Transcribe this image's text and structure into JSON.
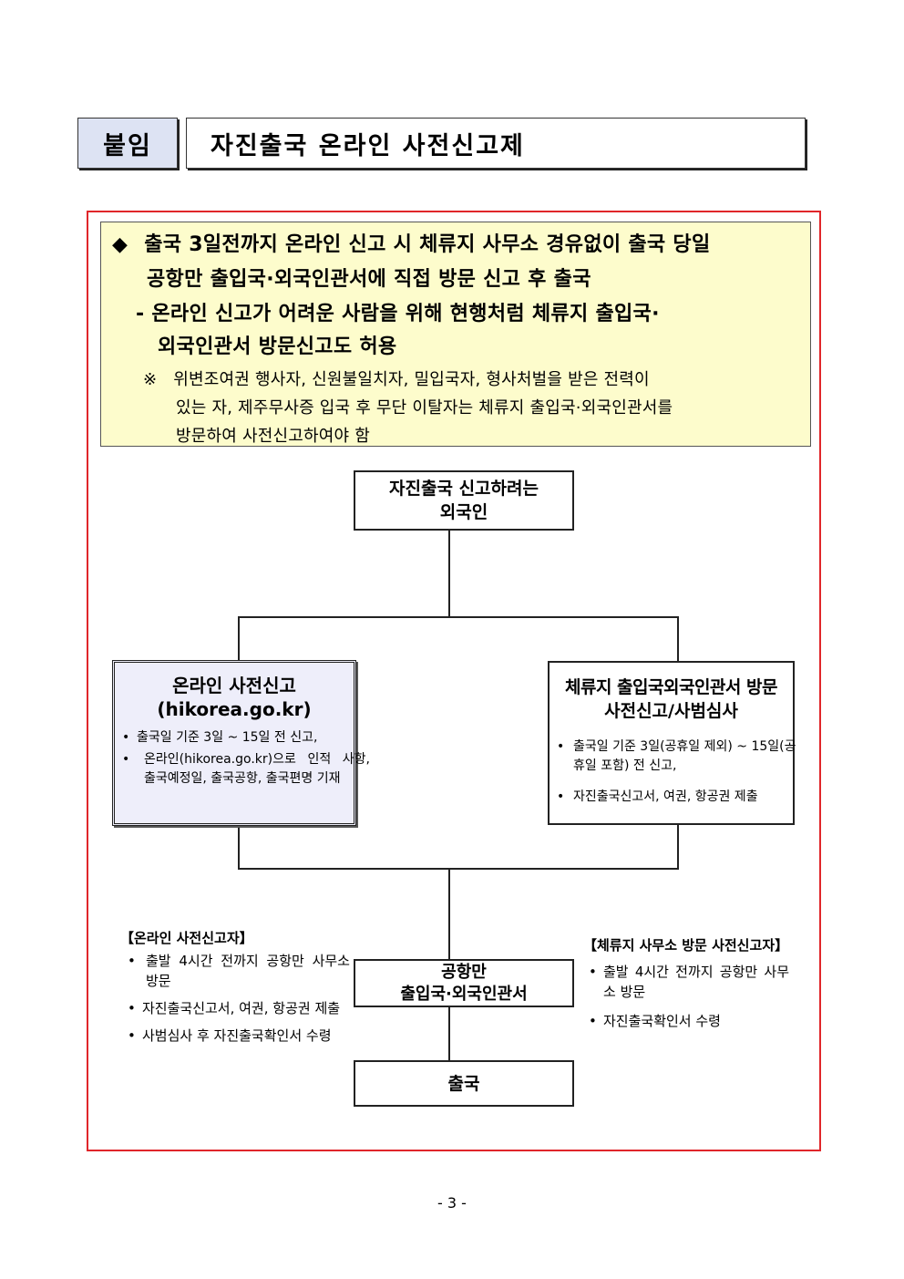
{
  "header": {
    "tag": "붙임",
    "title": "자진출국 온라인 사전신고제"
  },
  "summary": {
    "line1_symbol": "◆",
    "line1": "출국 3일전까지 온라인 신고 시 체류지 사무소 경유없이 출국 당일",
    "line2": "공항만 출입국·외국인관서에 직접 방문 신고 후 출국",
    "line3": "- 온라인 신고가 어려운 사람을 위해 현행처럼 체류지 출입국·",
    "line4": "외국인관서 방문신고도 허용",
    "note_symbol": "※",
    "note1": "위변조여권 행사자, 신원불일치자, 밀입국자, 형사처벌을 받은 전력이",
    "note2": "있는 자, 제주무사증 입국 후 무단 이탈자는 체류지 출입국·외국인관서를",
    "note3": "방문하여 사전신고하여야 함"
  },
  "flow": {
    "start": {
      "line1": "자진출국 신고하려는",
      "line2": "외국인"
    },
    "online": {
      "title": "온라인 사전신고",
      "subtitle": "(hikorea.go.kr)",
      "bullet_mark": "•",
      "bullets": [
        "출국일 기준 3일 ~ 15일 전 신고,",
        "온라인(hikorea.go.kr)으로 인적 사항, 출국예정일, 출국공항, 출국편명 기재"
      ]
    },
    "office": {
      "title_line1": "체류지 출입국외국인관서 방문",
      "title_line2": "사전신고/사범심사",
      "bullet_mark": "•",
      "bullets": [
        "출국일 기준 3일(공휴일 제외) ~ 15일(공휴일 포함) 전 신고,",
        "자진출국신고서, 여권, 항공권 제출"
      ]
    },
    "airport": {
      "line1": "공항만",
      "line2": "출입국·외국인관서"
    },
    "departure": {
      "label": "출국"
    },
    "left_note": {
      "heading": "【온라인 사전신고자】",
      "bullet_mark": "•",
      "items": [
        "출발 4시간 전까지 공항만 사무소 방문",
        "자진출국신고서, 여권, 항공권 제출",
        "사범심사 후 자진출국확인서 수령"
      ]
    },
    "right_note": {
      "heading": "【체류지 사무소 방문 사전신고자】",
      "bullet_mark": "•",
      "items": [
        "출발 4시간 전까지 공항만 사무소 방문",
        "자진출국확인서 수령"
      ]
    }
  },
  "footer": {
    "page": "- 3 -"
  },
  "colors": {
    "frame_border": "#e0262a",
    "summary_bg": "#fdfccc",
    "tag_bg": "#dde3f3",
    "online_box_bg": "#eeeefa"
  }
}
